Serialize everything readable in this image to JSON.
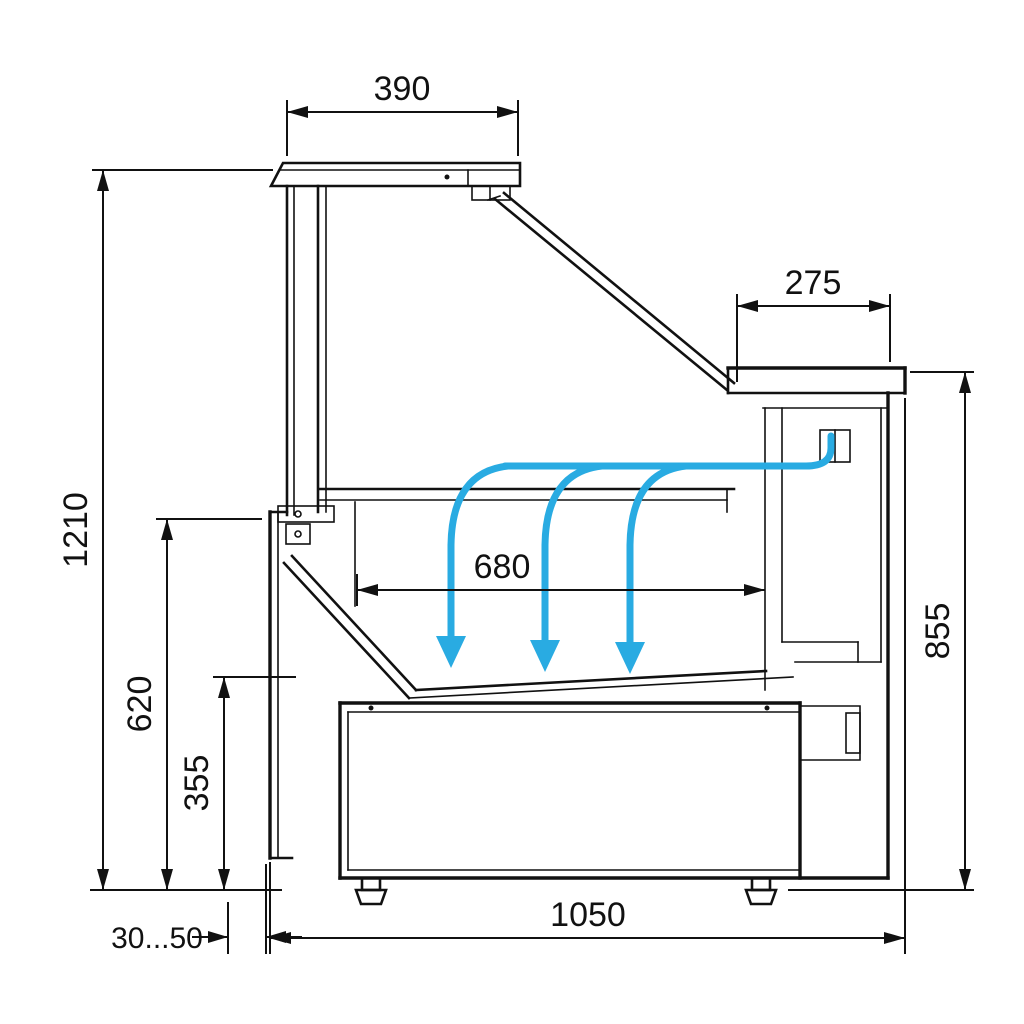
{
  "dimensions": {
    "top_width": "390",
    "counter_depth": "275",
    "total_height": "1210",
    "well_width": "680",
    "front_height": "855",
    "back_mid_height": "620",
    "well_bottom_height": "355",
    "foot_adjust": "30...50",
    "total_depth": "1050"
  },
  "colors": {
    "line": "#111111",
    "airflow": "#29abe2",
    "background": "#ffffff"
  }
}
